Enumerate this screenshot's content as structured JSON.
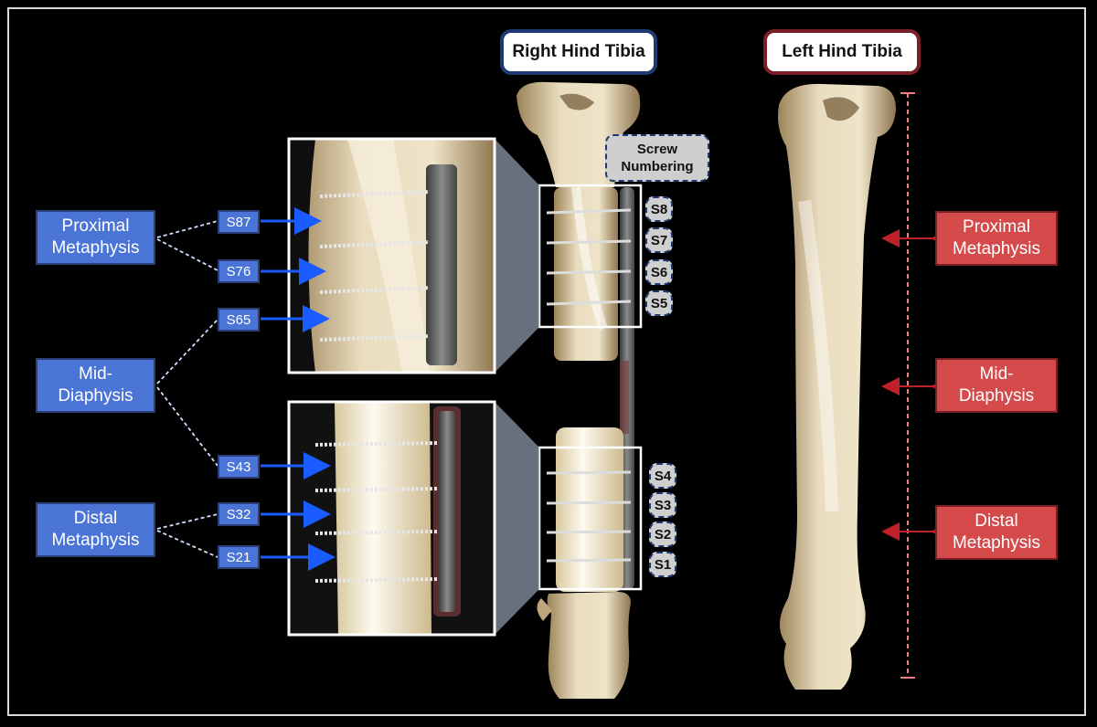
{
  "titles": {
    "right": "Right Hind Tibia",
    "left": "Left Hind Tibia"
  },
  "screw_numbering_label": {
    "line1": "Screw",
    "line2": "Numbering"
  },
  "screw_numbers": [
    "S8",
    "S7",
    "S6",
    "S5",
    "S4",
    "S3",
    "S2",
    "S1"
  ],
  "screw_pairs": [
    "S87",
    "S76",
    "S65",
    "S43",
    "S32",
    "S21"
  ],
  "right_regions": [
    {
      "line1": "Proximal",
      "line2": "Metaphysis"
    },
    {
      "line1": "Mid-",
      "line2": "Diaphysis"
    },
    {
      "line1": "Distal",
      "line2": "Metaphysis"
    }
  ],
  "left_regions": [
    {
      "line1": "Proximal",
      "line2": "Metaphysis"
    },
    {
      "line1": "Mid-",
      "line2": "Diaphysis"
    },
    {
      "line1": "Distal",
      "line2": "Metaphysis"
    }
  ],
  "colors": {
    "blue_label": "#4a74d6",
    "blue_border": "#2a3f7a",
    "red_label": "#d44a4a",
    "red_border": "#7a1f25",
    "arrow_blue": "#1a5cff",
    "bone": "#e9dcbf",
    "bone_shadow": "#a88f63",
    "marrow": "#fbf8ea",
    "background": "#000000"
  }
}
